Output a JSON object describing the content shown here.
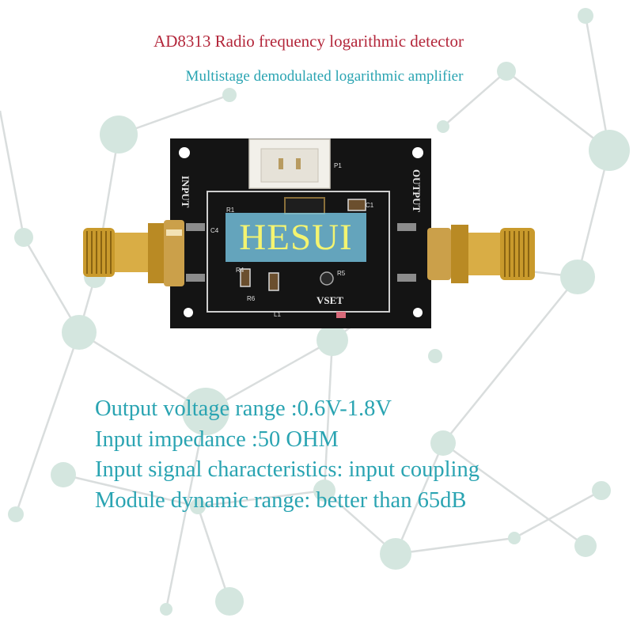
{
  "header": {
    "title": "AD8313 Radio frequency logarithmic detector",
    "subtitle": "Multistage demodulated logarithmic amplifier"
  },
  "watermark": "HESUI",
  "board": {
    "silkscreen": {
      "input": "INPUT",
      "output": "OUTPUT",
      "vset": "VSET",
      "p1": "P1",
      "c4": "C4",
      "r4": "R4",
      "r5": "R5",
      "r6": "R6",
      "c1": "C1",
      "r1": "R1",
      "l1": "L1"
    }
  },
  "specs": [
    "Output voltage range :0.6V-1.8V",
    "Input impedance :50 OHM",
    "Input signal characteristics: input coupling",
    "Module dynamic range: better than 65dB"
  ],
  "colors": {
    "title": "#b3263a",
    "accent": "#2aa4b2",
    "pcb": "#121212",
    "gold": "#c9962a",
    "network_node": "#cfe3dc"
  }
}
